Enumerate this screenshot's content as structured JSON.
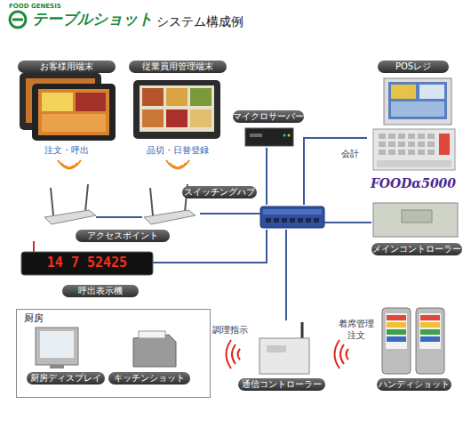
{
  "diagram": {
    "title": "システム構成例",
    "nodes": [
      {
        "text": [
          "お客様用端末",
          "注文・呼出"
        ]
      },
      {
        "text": [
          "従業員用管理端末",
          "品切・日替登録"
        ]
      },
      {
        "text": [
          "POSレジ",
          "FOODα5000"
        ]
      },
      {
        "text": [
          "マイクロサーバー"
        ]
      },
      {
        "text": [
          "スイッチングハブ"
        ]
      },
      {
        "text": [
          "アクセスポイント"
        ]
      },
      {
        "text": [
          "メインコントローラー"
        ]
      },
      {
        "text": [
          "14 7 52425",
          "呼出表示機"
        ]
      },
      {
        "text": [
          "厨房"
        ]
      },
      {
        "text": [
          "厨房ディスプレイ"
        ],
        "in": 8
      },
      {
        "text": [
          "キッチンショット"
        ],
        "in": 8
      },
      {
        "text": [
          "通信コントローラー"
        ]
      },
      {
        "text": [
          "ハンディショット"
        ]
      }
    ],
    "edges": [
      {
        "from": 4,
        "to": 3,
        "arrow": "none"
      },
      {
        "from": 4,
        "to": 2,
        "label": "会計",
        "arrow": "none"
      },
      {
        "from": 4,
        "to": 5,
        "arrow": "none"
      },
      {
        "from": 4,
        "to": 6,
        "arrow": "none"
      },
      {
        "from": 4,
        "to": 7,
        "arrow": "none"
      },
      {
        "from": 4,
        "to": 11,
        "arrow": "none"
      }
    ],
    "labels": [
      "FOOD GENESIS",
      "テーブルショット",
      "調理指示",
      "着席管理 注文"
    ]
  }
}
